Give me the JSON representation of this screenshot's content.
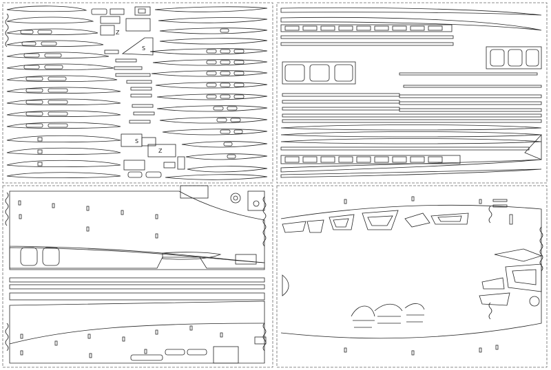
{
  "diagram": {
    "description_free": true,
    "sheets": [
      {
        "id": "sheet-1",
        "content": "wing-ribs"
      },
      {
        "id": "sheet-2",
        "content": "spars-and-stringers"
      },
      {
        "id": "sheet-3",
        "content": "wing-skin"
      },
      {
        "id": "sheet-4",
        "content": "fuselage-skin"
      }
    ],
    "part_labels": {
      "z_upper": "Z",
      "s_mid": "S",
      "z_lower": "Z",
      "s_lower": "S"
    },
    "colors": {
      "line": "#222222",
      "sheet_border": "#666666",
      "background": "#ffffff"
    }
  }
}
